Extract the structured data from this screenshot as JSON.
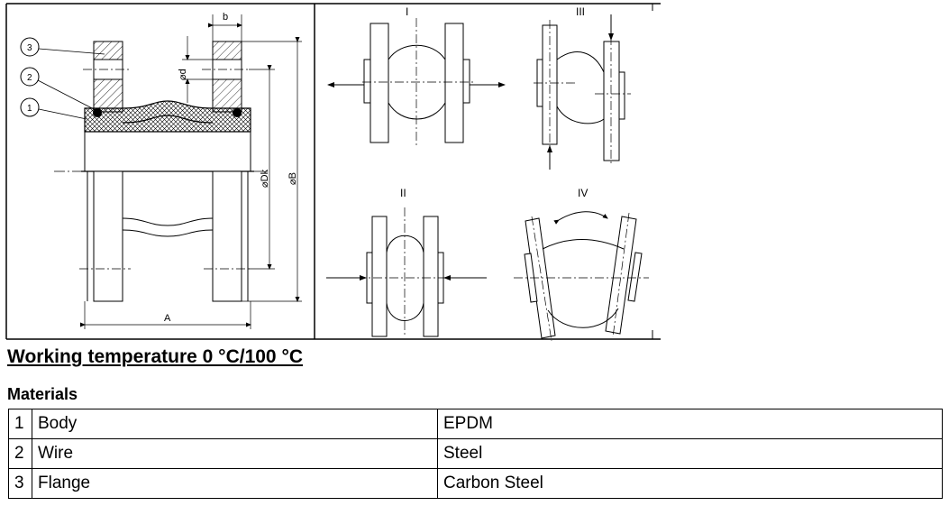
{
  "drawing": {
    "dimensions": {
      "b": "b",
      "d": "⌀d",
      "dk": "⌀Dk",
      "B": "⌀B",
      "A": "A"
    },
    "callouts": [
      "1",
      "2",
      "3"
    ],
    "movements": [
      "I",
      "II",
      "III",
      "IV"
    ]
  },
  "heading": "Working temperature 0 °C/100 °C",
  "materials": {
    "title": "Materials",
    "rows": [
      {
        "num": "1",
        "part": "Body",
        "material": "EPDM"
      },
      {
        "num": "2",
        "part": "Wire",
        "material": "Steel"
      },
      {
        "num": "3",
        "part": "Flange",
        "material": "Carbon Steel"
      }
    ]
  }
}
